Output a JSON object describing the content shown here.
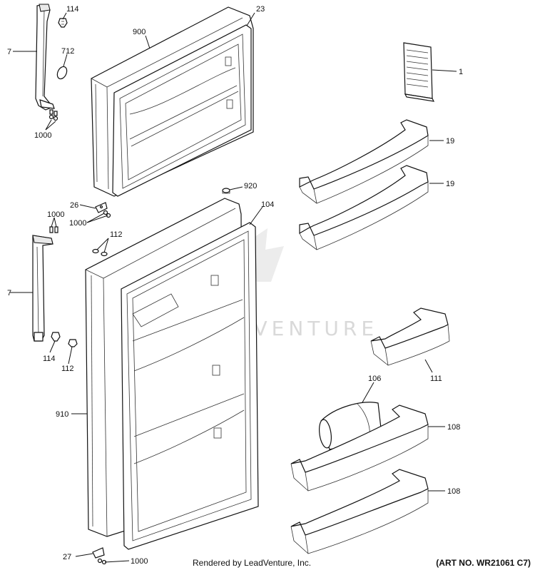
{
  "watermark": "LEADVENTURE",
  "footer": {
    "rendered_by": "Rendered by LeadVenture, Inc.",
    "art_no": "(ART NO. WR21061 C7)"
  },
  "callouts": [
    {
      "id": "c114a",
      "text": "114"
    },
    {
      "id": "c7a",
      "text": "7"
    },
    {
      "id": "c712",
      "text": "712"
    },
    {
      "id": "c1000a",
      "text": "1000"
    },
    {
      "id": "c900",
      "text": "900"
    },
    {
      "id": "c23",
      "text": "23"
    },
    {
      "id": "c1",
      "text": "1"
    },
    {
      "id": "c19a",
      "text": "19"
    },
    {
      "id": "c19b",
      "text": "19"
    },
    {
      "id": "c920",
      "text": "920"
    },
    {
      "id": "c26",
      "text": "26"
    },
    {
      "id": "c1000b",
      "text": "1000"
    },
    {
      "id": "c1000c",
      "text": "1000"
    },
    {
      "id": "c104",
      "text": "104"
    },
    {
      "id": "c112a",
      "text": "112"
    },
    {
      "id": "c7b",
      "text": "7"
    },
    {
      "id": "c114b",
      "text": "114"
    },
    {
      "id": "c112b",
      "text": "112"
    },
    {
      "id": "c111",
      "text": "111"
    },
    {
      "id": "c106",
      "text": "106"
    },
    {
      "id": "c910",
      "text": "910"
    },
    {
      "id": "c108a",
      "text": "108"
    },
    {
      "id": "c108b",
      "text": "108"
    },
    {
      "id": "c27",
      "text": "27"
    },
    {
      "id": "c1000d",
      "text": "1000"
    }
  ]
}
